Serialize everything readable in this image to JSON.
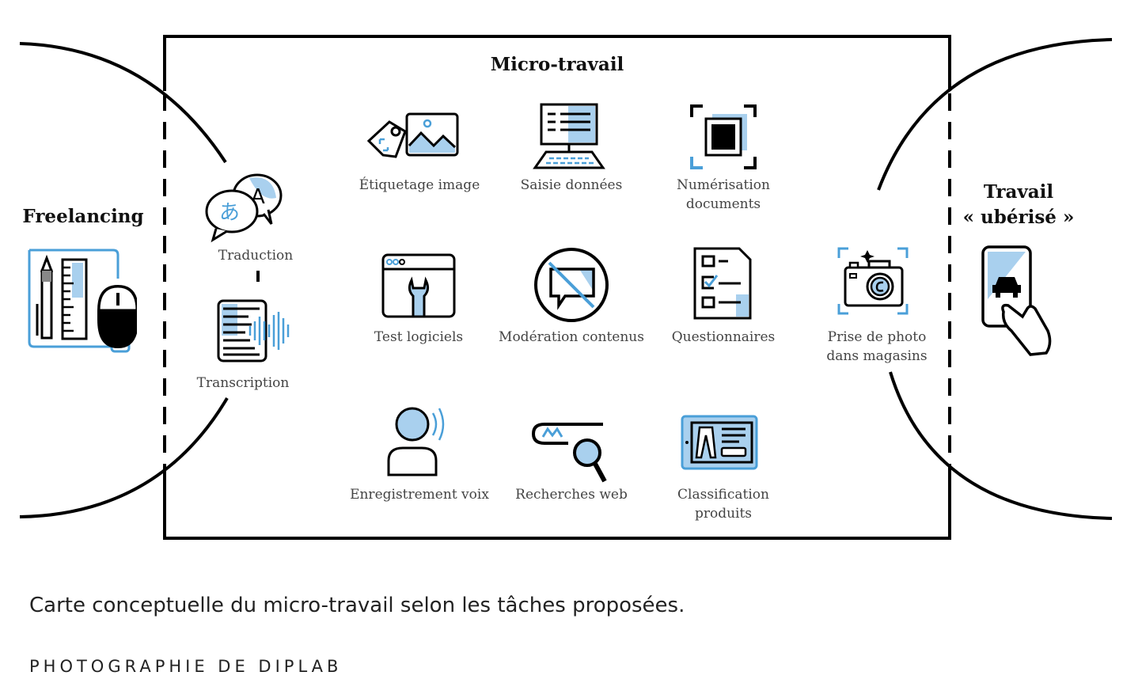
{
  "diagram": {
    "center_title": "Micro-travail",
    "left_title": "Freelancing",
    "right_title_line1": "Travail",
    "right_title_line2": "« ubérisé »",
    "accent_color": "#4a9fd8",
    "accent_fill": "#a9d0ee",
    "boundary_tasks": {
      "left": [
        {
          "icon": "translation-bubbles-icon",
          "label": "Traduction"
        },
        {
          "icon": "transcription-doc-audio-icon",
          "label": "Transcription"
        }
      ],
      "right": [
        {
          "icon": "camera-icon",
          "label_line1": "Prise de photo",
          "label_line2": "dans magasins"
        }
      ]
    },
    "tasks": [
      {
        "icon": "image-tag-icon",
        "label": "Étiquetage image"
      },
      {
        "icon": "computer-data-entry-icon",
        "label": "Saisie données"
      },
      {
        "icon": "document-scan-icon",
        "label_line1": "Numérisation",
        "label_line2": "documents"
      },
      {
        "icon": "browser-wrench-icon",
        "label": "Test logiciels"
      },
      {
        "icon": "no-comment-icon",
        "label": "Modération contenus"
      },
      {
        "icon": "checklist-icon",
        "label": "Questionnaires"
      },
      {
        "icon": "person-voice-icon",
        "label": "Enregistrement voix"
      },
      {
        "icon": "web-search-icon",
        "label": "Recherches web"
      },
      {
        "icon": "product-card-icon",
        "label_line1": "Classification",
        "label_line2": "produits"
      }
    ],
    "left_icon": "design-tools-mouse-icon",
    "right_icon": "phone-car-hand-icon"
  },
  "caption": "Carte conceptuelle du micro-travail selon les tâches proposées.",
  "credit": "PHOTOGRAPHIE DE DIPLAB"
}
